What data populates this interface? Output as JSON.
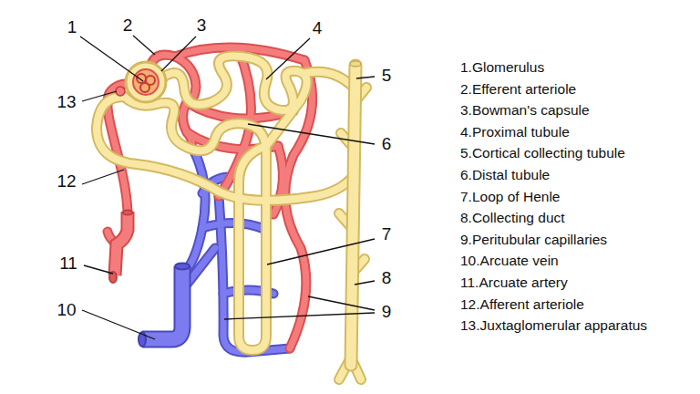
{
  "diagram": {
    "labels": [
      "1",
      "2",
      "3",
      "4",
      "5",
      "6",
      "7",
      "8",
      "9",
      "10",
      "11",
      "12",
      "13",
      "1.Glomerulus",
      "2.Efferent arteriole",
      "3.Bowman's capsule",
      "4.Proximal tubule",
      "5.Cortical collecting tubule",
      "6.Distal tubule",
      "7.Loop of Henle",
      "8.Collecting duct",
      "9.Peritubular capillaries",
      "10.Arcuate vein",
      "11.Arcuate artery",
      "12.Afferent arteriole",
      "13.Juxtaglomerular apparatus"
    ]
  }
}
